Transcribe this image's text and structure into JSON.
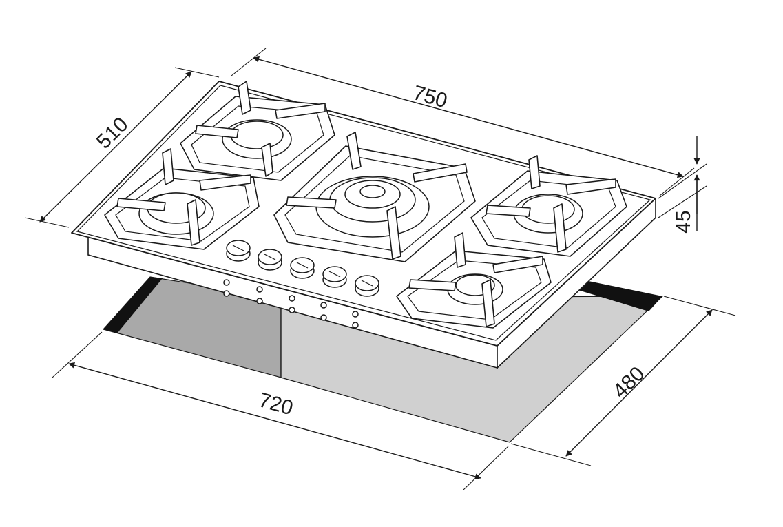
{
  "dimensions": {
    "width_top": "750",
    "depth_top": "510",
    "height": "45",
    "cutout_width": "720",
    "cutout_depth": "480"
  }
}
